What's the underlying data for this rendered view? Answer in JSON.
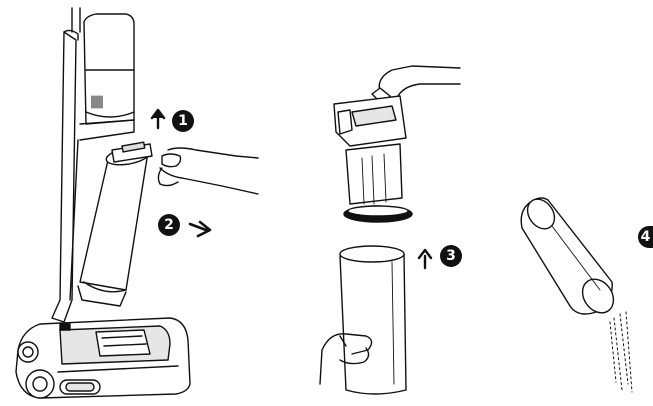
{
  "steps": [
    {
      "label": "1",
      "direction": "up-arrow"
    },
    {
      "label": "2",
      "direction": "right-arrow"
    },
    {
      "label": "3",
      "direction": "up-arrow"
    },
    {
      "label": "4",
      "direction": "none"
    }
  ],
  "colors": {
    "line": "#111111",
    "fill": "#ffffff",
    "shade": "#e6e6e6"
  }
}
